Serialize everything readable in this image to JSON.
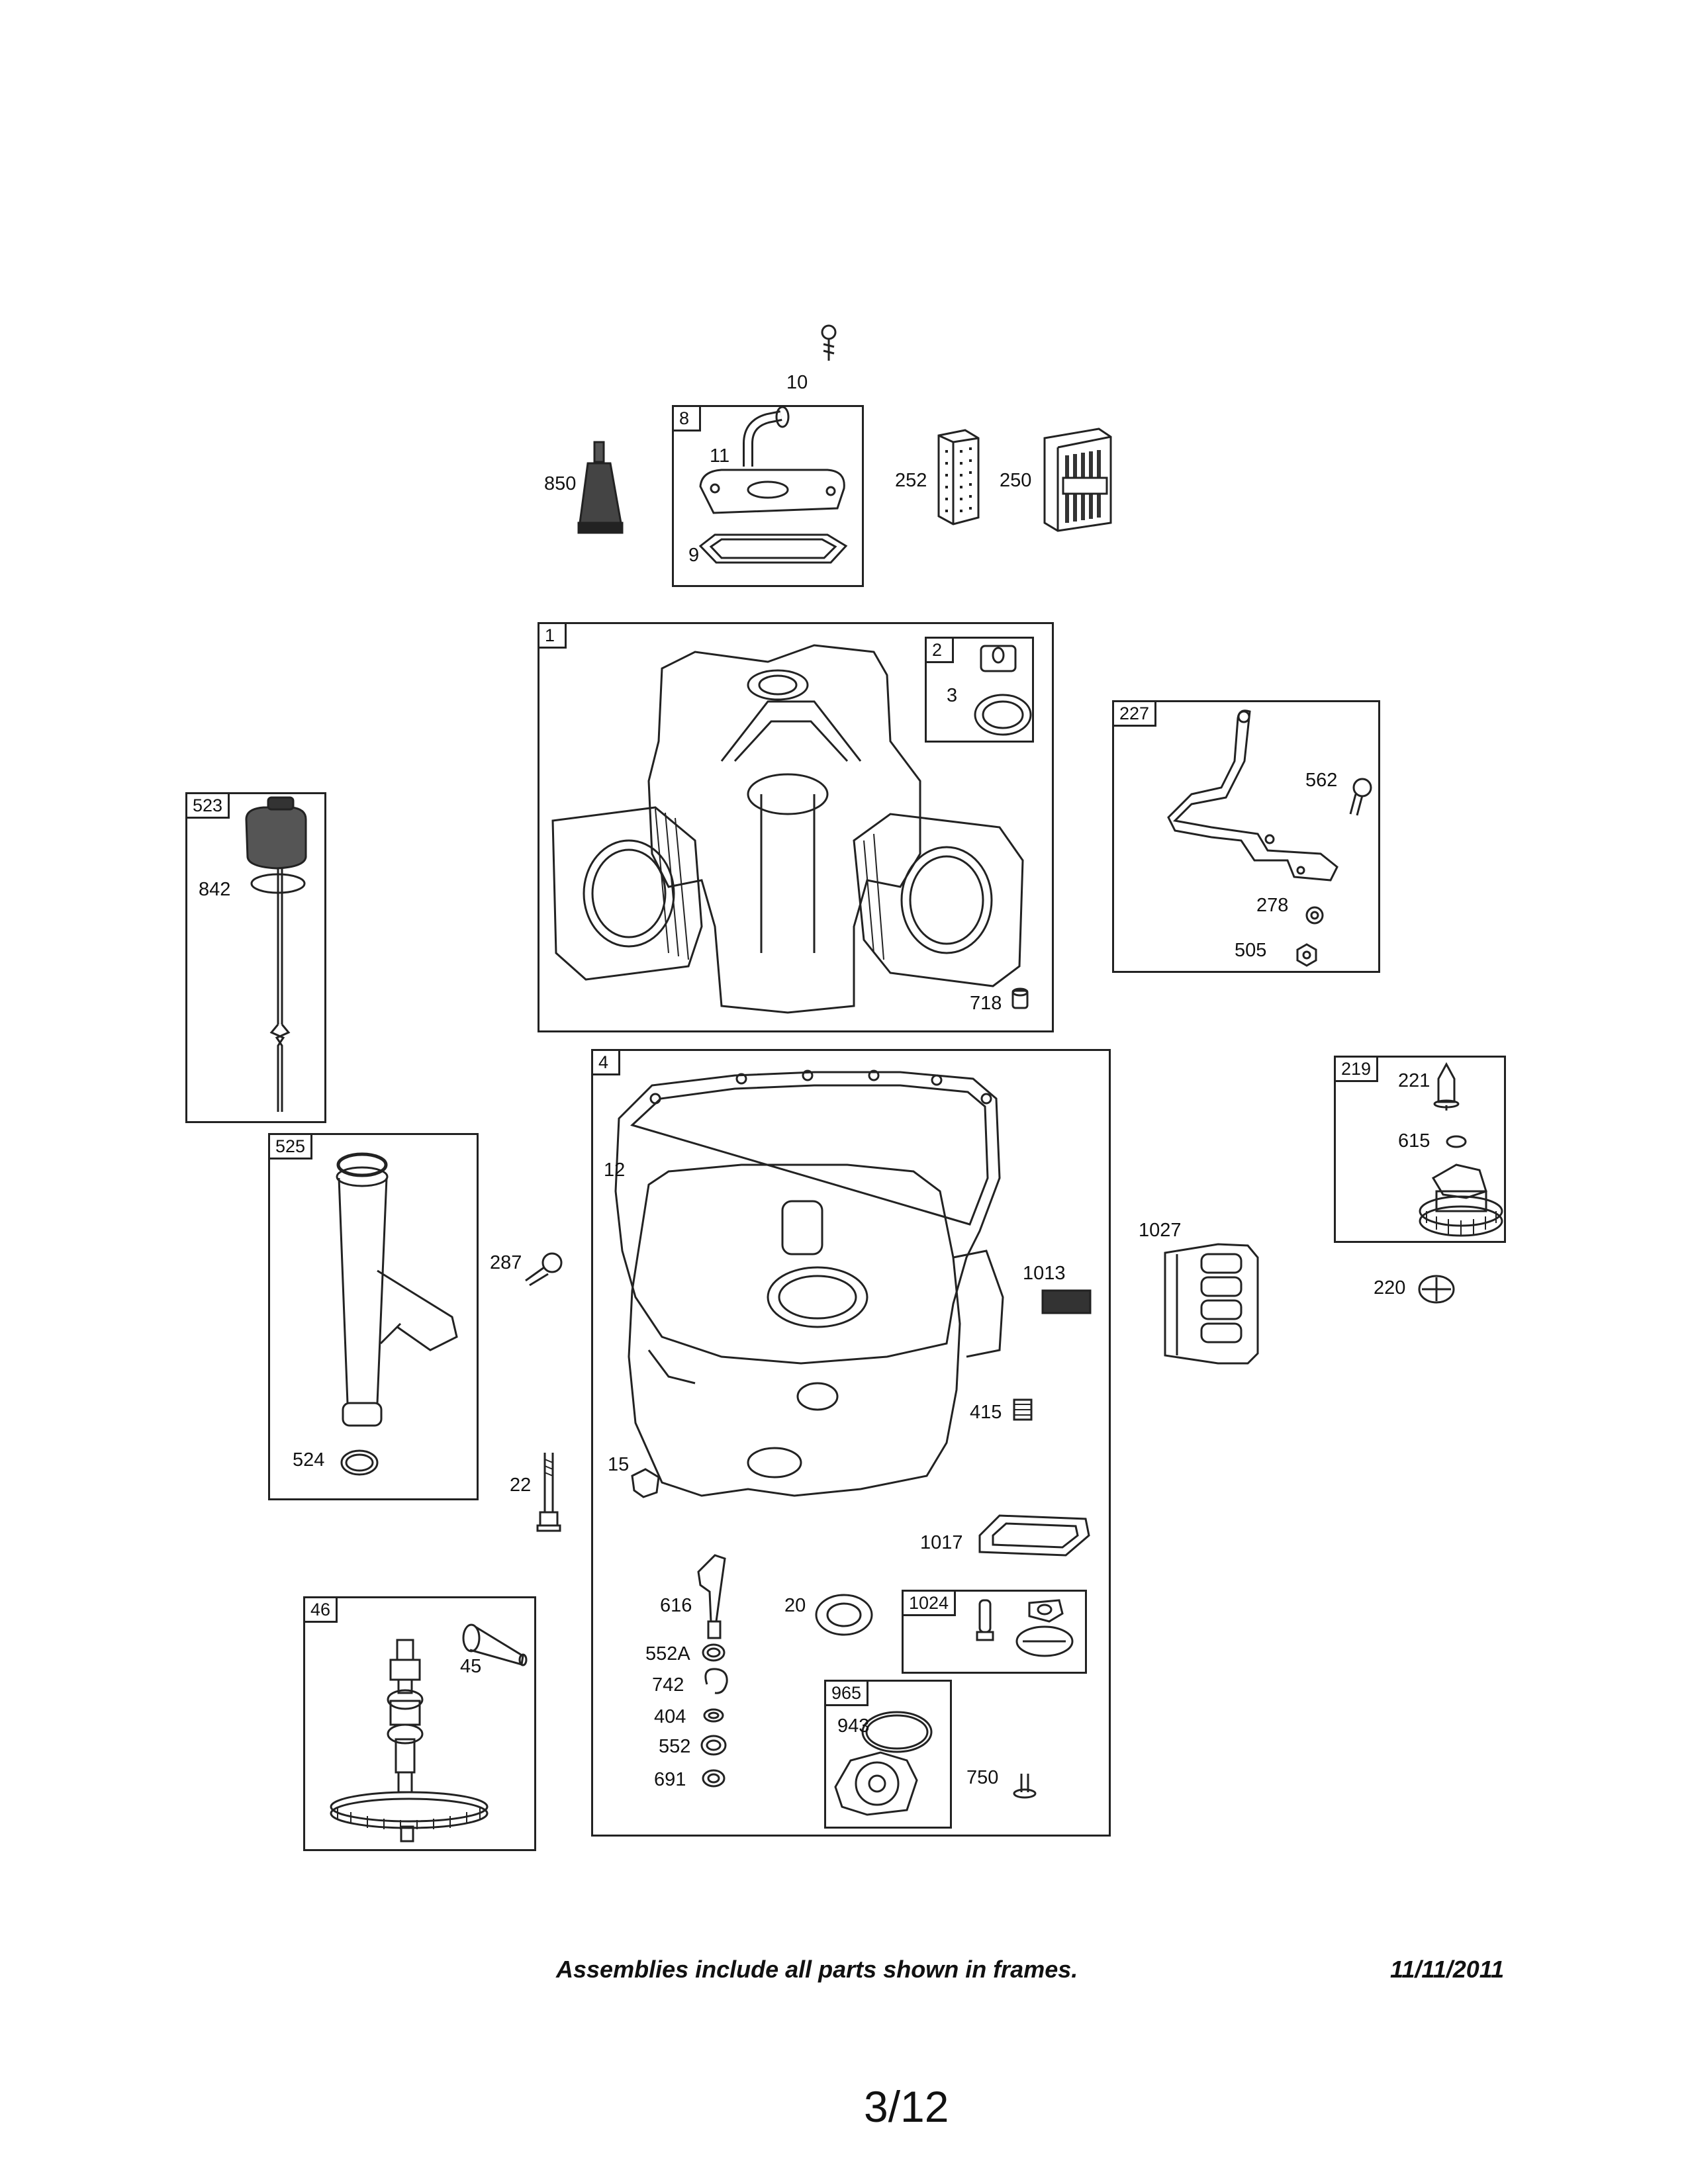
{
  "frames": {
    "f8": "8",
    "f1": "1",
    "f2": "2",
    "f227": "227",
    "f523": "523",
    "f4": "4",
    "f219": "219",
    "f525": "525",
    "f1024": "1024",
    "f46": "46",
    "f965": "965"
  },
  "labels": {
    "p10": "10",
    "p11": "11",
    "p850": "850",
    "p9": "9",
    "p252": "252",
    "p250": "250",
    "p3": "3",
    "p562": "562",
    "p278": "278",
    "p505": "505",
    "p718": "718",
    "p842": "842",
    "p12": "12",
    "p221": "221",
    "p615": "615",
    "p1027": "1027",
    "p1013": "1013",
    "p220": "220",
    "p287": "287",
    "p415": "415",
    "p524": "524",
    "p22": "22",
    "p15": "15",
    "p1017": "1017",
    "p616": "616",
    "p20": "20",
    "p45": "45",
    "p552A": "552A",
    "p742": "742",
    "p943": "943",
    "p404": "404",
    "p552": "552",
    "p691": "691",
    "p750": "750"
  },
  "footer": {
    "note": "Assemblies include all parts shown in frames.",
    "date": "11/11/2011",
    "page": "3/12"
  }
}
